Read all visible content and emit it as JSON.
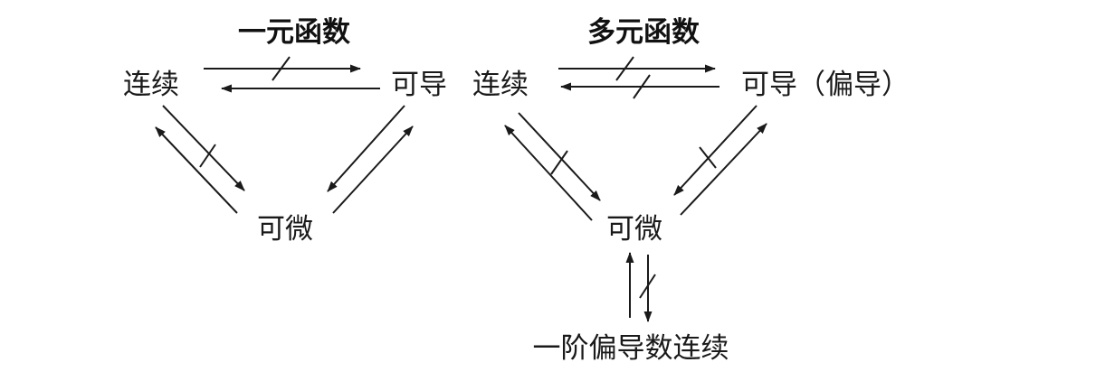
{
  "diagram": {
    "single_var": {
      "title": "一元函数",
      "continuous": "连续",
      "differentiable_derivative": "可导",
      "differentiable": "可微"
    },
    "multi_var": {
      "title": "多元函数",
      "continuous": "连续",
      "partial_derivative": "可导（偏导）",
      "differentiable": "可微",
      "continuous_partials": "一阶偏导数连续"
    }
  }
}
